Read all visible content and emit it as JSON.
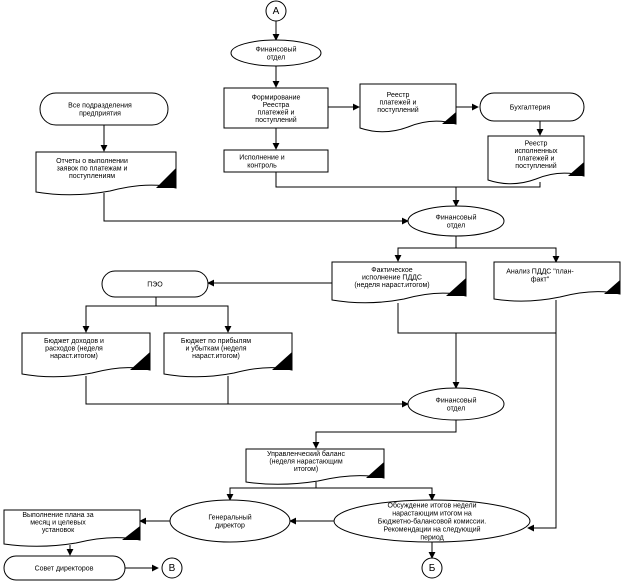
{
  "connectors": {
    "a": "А",
    "b": "Б",
    "v": "В"
  },
  "nodes": {
    "fin_dept_top": [
      "Финансовый",
      "отдел"
    ],
    "form_registry": [
      "Формирование",
      "Реестра",
      "платежей и",
      "поступлений"
    ],
    "payment_registry": [
      "Реестр",
      "платежей и",
      "поступлений"
    ],
    "accounting": [
      "Бухгалтерия"
    ],
    "all_divisions": [
      "Все подразделения",
      "предприятия"
    ],
    "execution_control": [
      "Исполнение и",
      "контроль"
    ],
    "executed_registry": [
      "Реестр",
      "исполненных",
      "платежей и",
      "поступлений"
    ],
    "reports_requests": [
      "Отчеты о выполнении",
      "заявок по платежам и",
      "поступлениям"
    ],
    "fin_dept_mid": [
      "Финансовый",
      "отдел"
    ],
    "actual_pdds": [
      "Фактическое",
      "исполнение ПДДС",
      "(неделя нараст.итогом)"
    ],
    "pdds_analysis": [
      "Анализ ПДДС \"план-",
      "факт\""
    ],
    "peo": [
      "ПЭО"
    ],
    "income_budget": [
      "Бюджет доходов и",
      "расходов (неделя",
      "нараст.итогом)"
    ],
    "profit_budget": [
      "Бюджет по прибылям",
      "и убыткам (неделя",
      "нараст.итогом)"
    ],
    "fin_dept_low": [
      "Финансовый",
      "отдел"
    ],
    "mgmt_balance": [
      "Управленческий баланс",
      "(неделя нарастающим",
      "итогом)"
    ],
    "general_director": [
      "Генеральный",
      "директор"
    ],
    "discussion": [
      "Обсуждение итогов недели",
      "нарастающим итогом на",
      "Бюджетно-балансовой комиссии.",
      "Рекомендации на следующий",
      "период"
    ],
    "plan_execution": [
      "Выполнение плана за",
      "месяц и целевых",
      "установок"
    ],
    "board": [
      "Совет директоров"
    ]
  }
}
